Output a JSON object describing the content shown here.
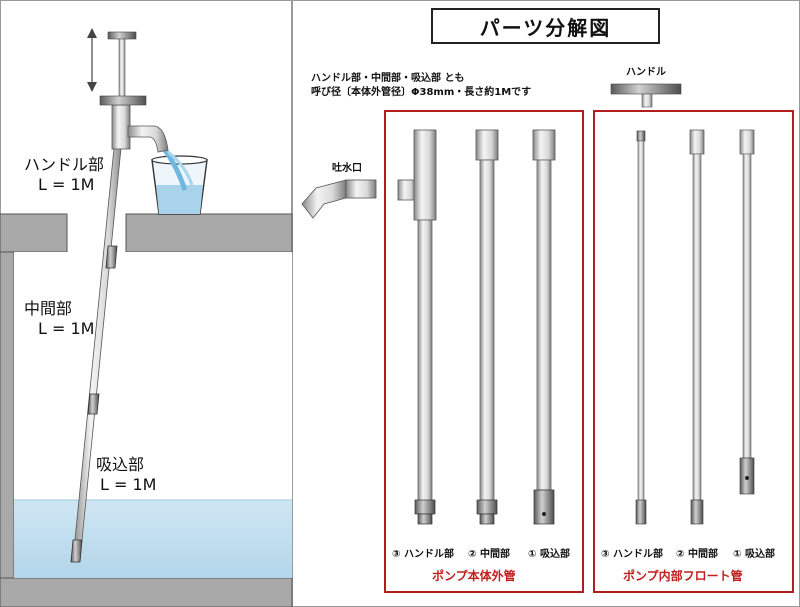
{
  "title": "パーツ分解図",
  "left": {
    "handle_section": {
      "name": "ハンドル部",
      "length": "L = 1M"
    },
    "middle_section": {
      "name": "中間部",
      "length": "L = 1M"
    },
    "suction_section": {
      "name": "吸込部",
      "length": "L = 1M"
    }
  },
  "note_line1": "ハンドル部・中間部・吸込部 とも",
  "note_line2": "呼び径〔本体外管径〕Φ38mm・長さ約1Mです",
  "handle_part_label": "ハンドル",
  "spout_label": "吐水口",
  "outer_group": {
    "caption": "ポンプ本体外管",
    "items": [
      "③ ハンドル部",
      "② 中間部",
      "① 吸込部"
    ]
  },
  "inner_group": {
    "caption": "ポンプ内部フロート管",
    "items": [
      "③ ハンドル部",
      "② 中間部",
      "① 吸込部"
    ]
  }
}
